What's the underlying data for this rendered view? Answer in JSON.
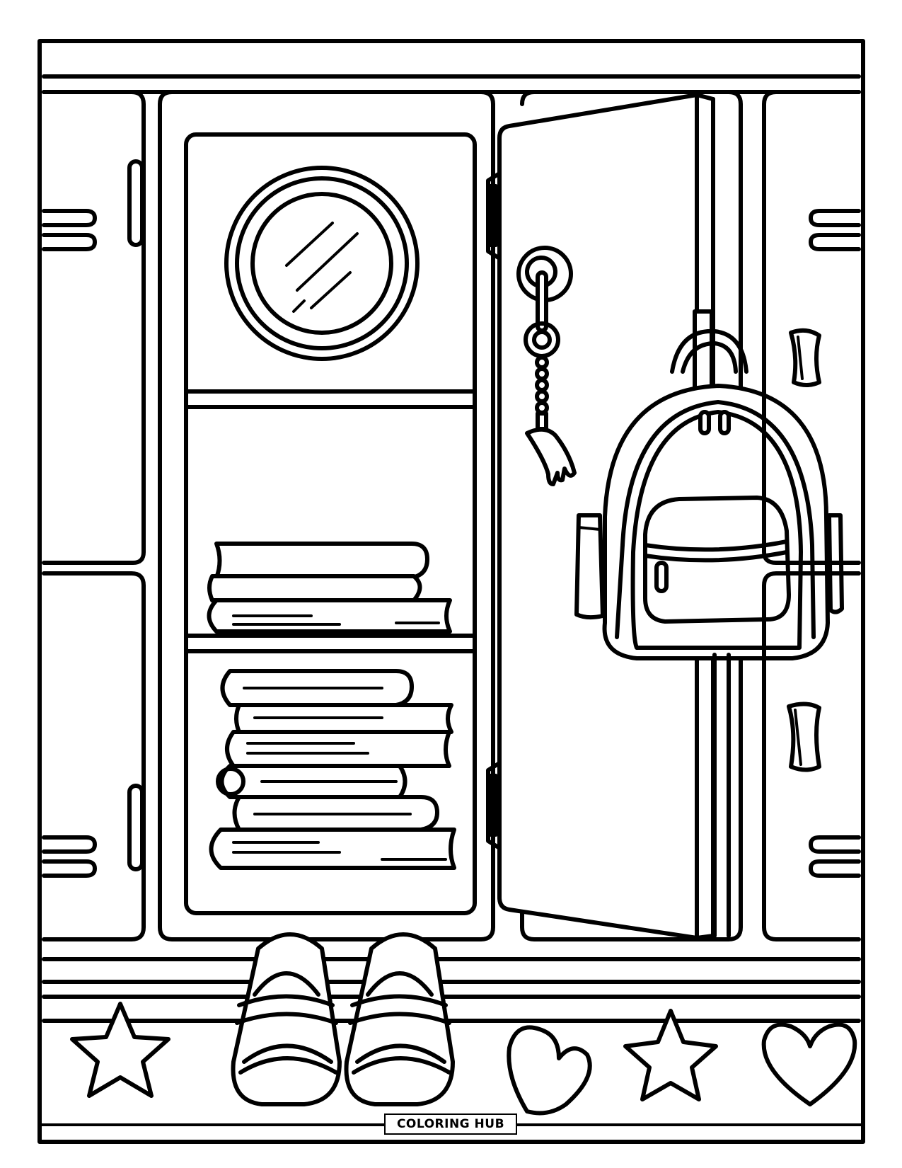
{
  "page": {
    "type": "coloring-page",
    "subject": "school lockers with open locker door",
    "colors": {
      "line": "#000000",
      "background": "#ffffff"
    }
  },
  "footer": {
    "brand_label": "COLORING HUB"
  },
  "scene": {
    "lockers": [
      {
        "id": "left-locker",
        "state": "closed",
        "vents": 2,
        "handles": 2
      },
      {
        "id": "center-locker",
        "state": "open",
        "shelves": 2,
        "contents": [
          "round-mirror",
          "book-stack-small",
          "book-stack-large"
        ]
      },
      {
        "id": "right-locker",
        "state": "open-door",
        "accessories": [
          "keychain",
          "backpack"
        ]
      },
      {
        "id": "far-right-locker",
        "state": "closed",
        "vents": 2,
        "handles": 2
      }
    ],
    "book_stacks": [
      {
        "shelf": "middle",
        "count": 3
      },
      {
        "shelf": "bottom",
        "count": 6
      }
    ],
    "floor_items": [
      "slippers-pair"
    ],
    "bench_decorations": [
      "star",
      "heart",
      "star",
      "heart"
    ]
  }
}
